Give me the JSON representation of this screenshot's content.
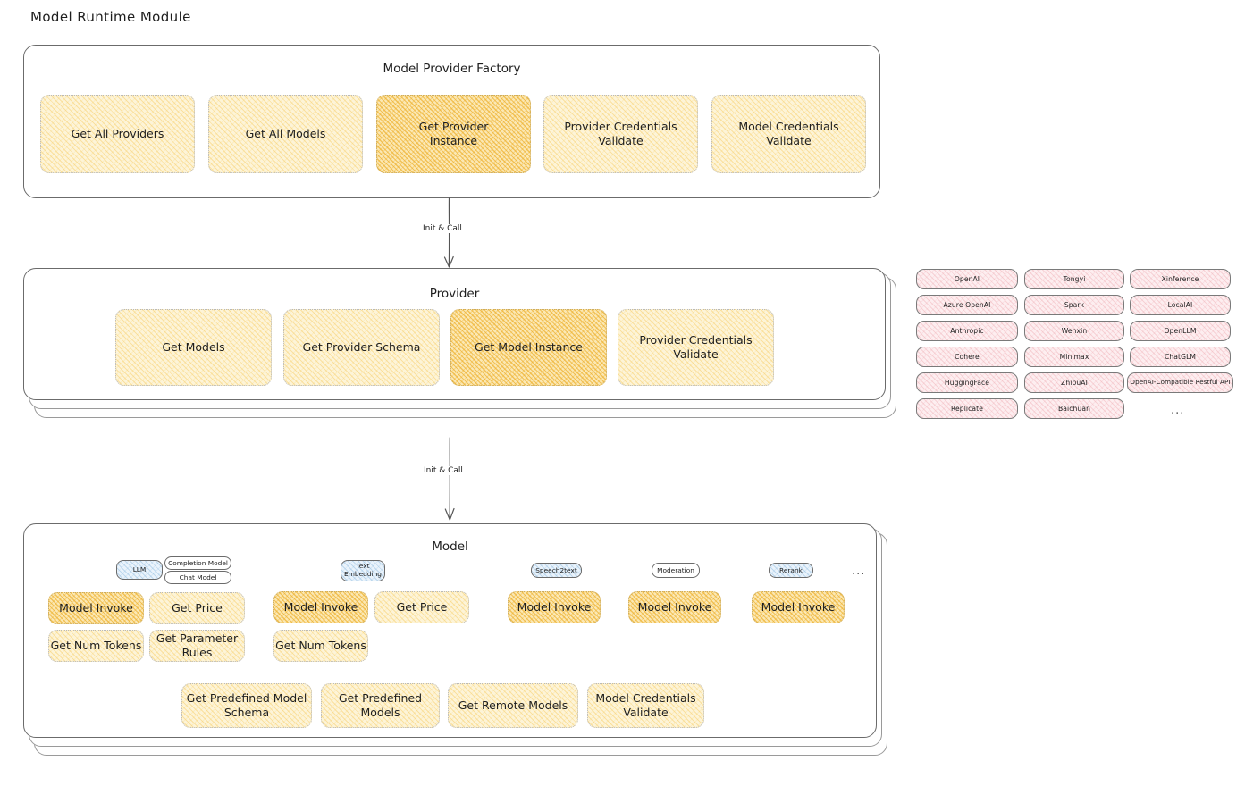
{
  "title": "Model Runtime Module",
  "factory": {
    "title": "Model Provider Factory",
    "methods": [
      {
        "label": "Get All Providers",
        "highlight": false
      },
      {
        "label": "Get All Models",
        "highlight": false
      },
      {
        "label": "Get Provider Instance",
        "highlight": true
      },
      {
        "label": "Provider Credentials Validate",
        "highlight": false
      },
      {
        "label": "Model Credentials Validate",
        "highlight": false
      }
    ]
  },
  "arrows": [
    {
      "label": "Init & Call"
    },
    {
      "label": "Init & Call"
    }
  ],
  "provider": {
    "title": "Provider",
    "methods": [
      {
        "label": "Get Models",
        "highlight": false
      },
      {
        "label": "Get Provider Schema",
        "highlight": false
      },
      {
        "label": "Get Model Instance",
        "highlight": true
      },
      {
        "label": "Provider Credentials Validate",
        "highlight": false
      }
    ]
  },
  "provider_list": {
    "columns": [
      [
        "OpenAI",
        "Azure OpenAI",
        "Anthropic",
        "Cohere",
        "HuggingFace",
        "Replicate"
      ],
      [
        "Tongyi",
        "Spark",
        "Wenxin",
        "Minimax",
        "ZhipuAI",
        "Baichuan"
      ],
      [
        "Xinference",
        "LocalAI",
        "OpenLLM",
        "ChatGLM",
        "OpenAI-Compatible Restful API"
      ]
    ],
    "more": "..."
  },
  "model": {
    "title": "Model",
    "more": "...",
    "types": [
      {
        "badges": [
          {
            "label": "LLM",
            "style": "blue"
          },
          {
            "label": "Completion Model",
            "style": "white"
          },
          {
            "label": "Chat Model",
            "style": "white"
          }
        ],
        "methods": [
          {
            "label": "Model Invoke",
            "highlight": true
          },
          {
            "label": "Get Price",
            "highlight": false
          },
          {
            "label": "Get Num Tokens",
            "highlight": false
          },
          {
            "label": "Get Parameter Rules",
            "highlight": false
          }
        ]
      },
      {
        "badges": [
          {
            "label": "Text Embedding",
            "style": "blue"
          }
        ],
        "methods": [
          {
            "label": "Model Invoke",
            "highlight": true
          },
          {
            "label": "Get Price",
            "highlight": false
          },
          {
            "label": "Get Num Tokens",
            "highlight": false
          }
        ]
      },
      {
        "badges": [
          {
            "label": "Speech2text",
            "style": "blue"
          }
        ],
        "methods": [
          {
            "label": "Model Invoke",
            "highlight": true
          }
        ]
      },
      {
        "badges": [
          {
            "label": "Moderation",
            "style": "white"
          }
        ],
        "methods": [
          {
            "label": "Model Invoke",
            "highlight": true
          }
        ]
      },
      {
        "badges": [
          {
            "label": "Rerank",
            "style": "blue"
          }
        ],
        "methods": [
          {
            "label": "Model Invoke",
            "highlight": true
          }
        ]
      }
    ],
    "common_methods": [
      {
        "label": "Get Predefined Model Schema"
      },
      {
        "label": "Get Predefined Models"
      },
      {
        "label": "Get Remote Models"
      },
      {
        "label": "Model Credentials Validate"
      }
    ]
  },
  "colors": {
    "accent_yellow": "#fdf4d8",
    "accent_yellow_strong": "#fbe8b4",
    "accent_pink": "#fdeef0",
    "accent_blue": "#eaf3fb",
    "stroke": "#6b6b6b"
  }
}
